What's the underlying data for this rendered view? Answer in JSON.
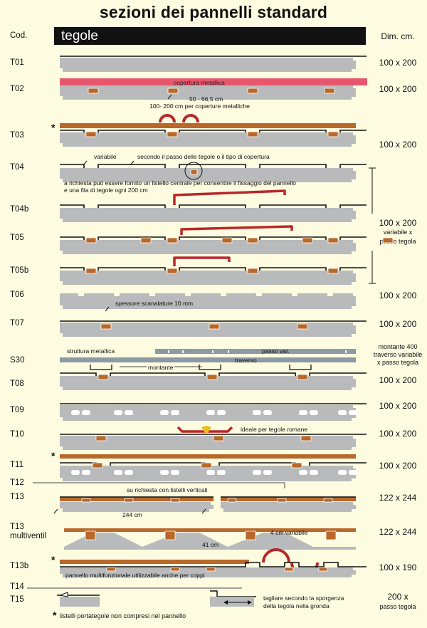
{
  "title": "sezioni dei pannelli standard",
  "header": {
    "code_label": "Cod.",
    "category": "tegole",
    "dim_label": "Dim. cm."
  },
  "rows": [
    {
      "code": "T01",
      "dim": "100 x 200"
    },
    {
      "code": "T02",
      "dim": "100 x 200"
    },
    {
      "code": "T03",
      "dim": "100 x 200"
    },
    {
      "code": "T04"
    },
    {
      "code": "T04b"
    },
    {
      "code": "T05"
    },
    {
      "code": "T05b"
    },
    {
      "code": "T06",
      "dim": "100 x 200"
    },
    {
      "code": "T07",
      "dim": "100 x 200"
    },
    {
      "code": "S30"
    },
    {
      "code": "T08",
      "dim": "100 x 200"
    },
    {
      "code": "T09",
      "dim": "100 x 200"
    },
    {
      "code": "T10",
      "dim": "100 x 200"
    },
    {
      "code": "T11",
      "dim": "100 x 200"
    },
    {
      "code": "T12"
    },
    {
      "code": "T13",
      "dim": "122 x 244"
    },
    {
      "code": "T13",
      "code2": "multiventil",
      "dim": "122 x 244"
    },
    {
      "code": "T13b",
      "dim": "100 x 190"
    },
    {
      "code": "T14"
    },
    {
      "code": "T15",
      "dim": "200 x",
      "dim2": "passo tegola"
    }
  ],
  "group_dim": {
    "line1": "100 x 200",
    "line2": "variabile x",
    "line3": "passo tegola"
  },
  "s30_dim": {
    "line1": "montante 400",
    "line2": "traverso variabile",
    "line3": "x passo tegola"
  },
  "notes": {
    "copertura": "copertura metallica",
    "passo_metal": "50 - 66,5 cm",
    "metal_range": "100- 200 cm per coperture metalliche",
    "variabile": "variabile",
    "secondo_passo": "secondo il passo delle tegole o il tipo di copertura",
    "listello_1": "a richiesta può essere fornito un listello centrale per consentire il fissaggio del pannello",
    "listello_2": "e una fila di tegole ogni 200 cm",
    "spessore": "spessore scanalature 10 mm",
    "struttura": "struttura metallica",
    "passo_var": "passo var.",
    "traverso": "traverso",
    "montante": "montante",
    "romane": "ideale per tegole romane",
    "verticali": "su richiesta con listelli verticali",
    "cm244": "244 cm",
    "cm4": "4 cm variabile",
    "cm41": "41 cm",
    "coppi": "pannello multifunzionale utilizzabile anche per coppi",
    "tagliare_1": "tagliare secondo la sporgenza",
    "tagliare_2": "della tegola nella gronda",
    "footnote": "listelli portategole non compresi nel pannello",
    "asterisk": "*"
  },
  "colors": {
    "panel": "#b8babb",
    "batten": "#b8682a",
    "metal_sheet": "#e8566e",
    "tile": "#b8282a",
    "line": "#111111",
    "background": "#fdfbe0"
  }
}
